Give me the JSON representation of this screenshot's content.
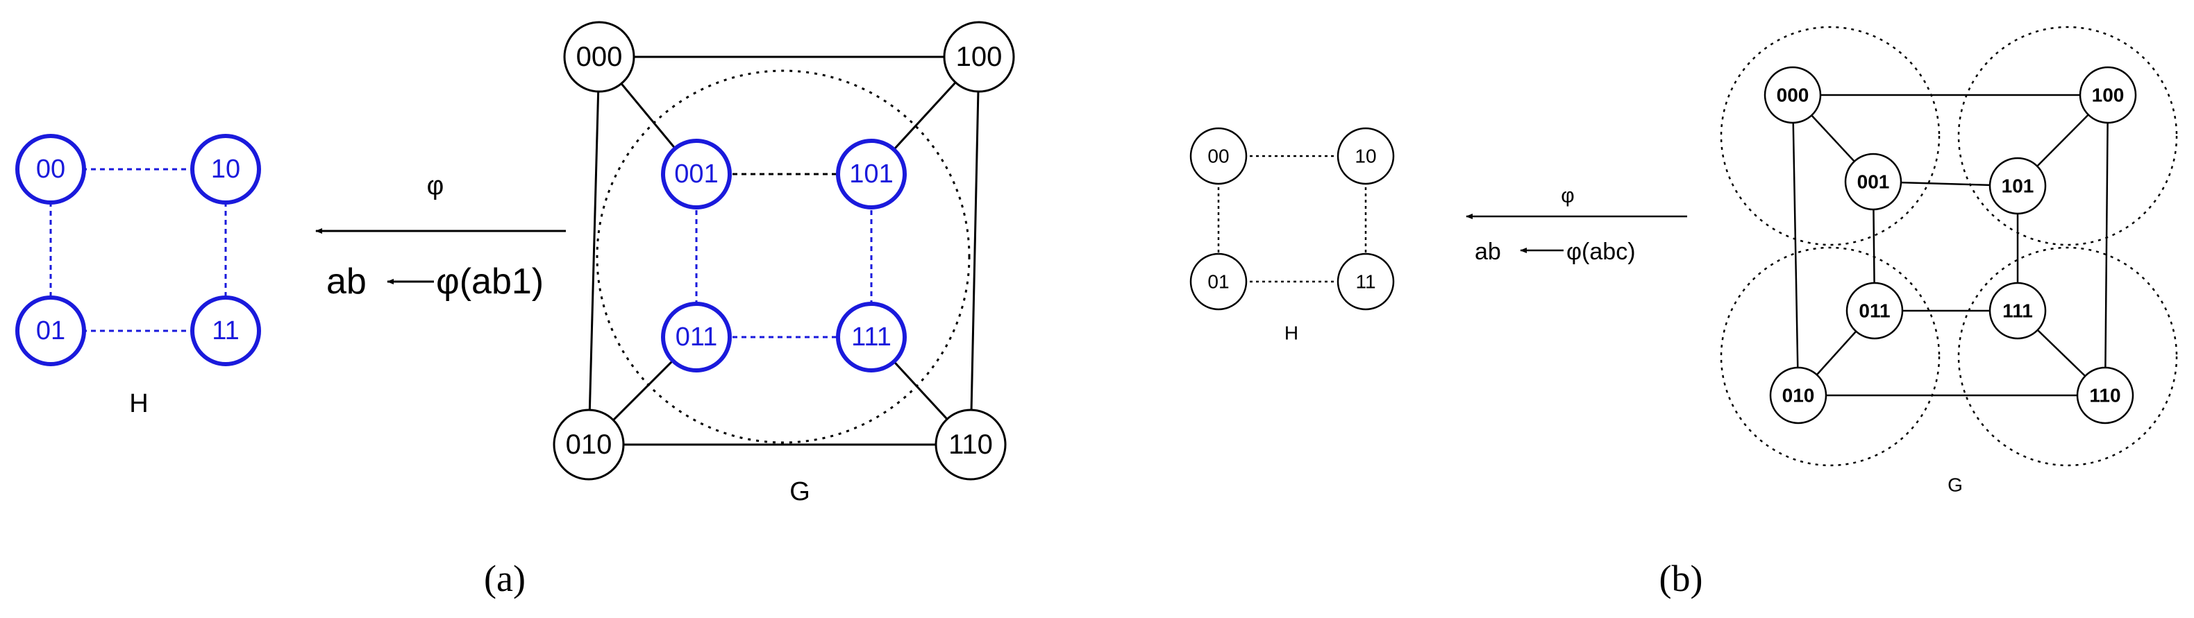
{
  "colors": {
    "black": "#000000",
    "blue": "#1a1adc"
  },
  "panel_a": {
    "caption": "(a)",
    "H": {
      "label": "H",
      "nodes": {
        "n00": "00",
        "n10": "10",
        "n01": "01",
        "n11": "11"
      }
    },
    "G": {
      "label": "G",
      "nodes": {
        "n000": "000",
        "n100": "100",
        "n010": "010",
        "n110": "110",
        "n001": "001",
        "n101": "101",
        "n011": "011",
        "n111": "111"
      }
    },
    "map": {
      "symbol": "φ",
      "rule_left": "ab",
      "rule_right": "φ(ab1)"
    }
  },
  "panel_b": {
    "caption": "(b)",
    "H": {
      "label": "H",
      "nodes": {
        "n00": "00",
        "n10": "10",
        "n01": "01",
        "n11": "11"
      }
    },
    "G": {
      "label": "G",
      "nodes": {
        "n000": "000",
        "n100": "100",
        "n010": "010",
        "n110": "110",
        "n001": "001",
        "n101": "101",
        "n011": "011",
        "n111": "111"
      }
    },
    "map": {
      "symbol": "φ",
      "rule_left": "ab",
      "rule_right": "φ(abc)"
    }
  }
}
